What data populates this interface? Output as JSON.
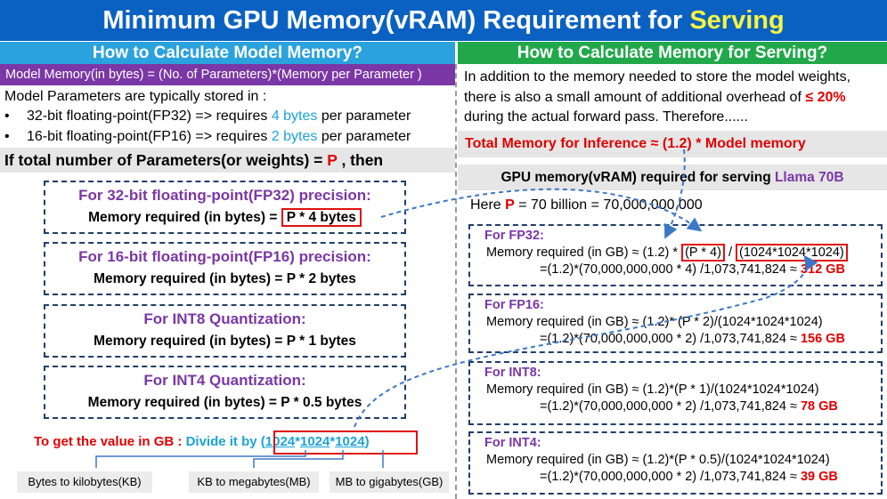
{
  "title": {
    "main": "Minimum GPU Memory(vRAM) Requirement for ",
    "accent": "Serving"
  },
  "left": {
    "header": "How to Calculate Model Memory?",
    "formula": "Model Memory(in bytes) = (No. of Parameters)*(Memory per Parameter )",
    "intro": "Model Parameters are typically stored in :",
    "bullets": [
      {
        "symbol": "•",
        "prefix": "32-bit floating-point(FP32) => requires ",
        "amount": "4 bytes",
        "suffix": " per parameter"
      },
      {
        "symbol": "•",
        "prefix": "16-bit floating-point(FP16) => requires ",
        "amount": "2 bytes",
        "suffix": " per parameter"
      }
    ],
    "if_line": {
      "prefix": "If total number of Parameters(or weights) = ",
      "var": "P",
      "suffix": " , then"
    },
    "boxes": [
      {
        "head": "For 32-bit floating-point(FP32) precision:",
        "label": "Memory required (in bytes) = ",
        "value": "P * 4 bytes"
      },
      {
        "head": "For 16-bit floating-point(FP16) precision:",
        "label": "Memory required (in bytes) = ",
        "value": "P * 2 bytes"
      },
      {
        "head": "For INT8 Quantization:",
        "label": "Memory required (in bytes) = ",
        "value": "P * 1 bytes"
      },
      {
        "head": "For INT4 Quantization:",
        "label": "Memory required (in bytes) = ",
        "value": "P * 0.5 bytes"
      }
    ],
    "gb_line": {
      "prefix": "To get the value in GB : ",
      "divide": "Divide it by ",
      "open": "(",
      "n1": "1024",
      "star1": "*",
      "n2": "1024",
      "star2": "*",
      "n3": "1024",
      "close": ")"
    },
    "units": [
      "Bytes to kilobytes(KB)",
      "KB to megabytes(MB)",
      "MB to gigabytes(GB)"
    ]
  },
  "right": {
    "header": "How to Calculate Memory for Serving?",
    "intro_a": "In addition to the memory needed to store the model weights, there is also a small amount of additional overhead of ",
    "overhead": "≤ 20%",
    "intro_b": " during the actual forward pass. Therefore......",
    "total": "Total Memory for Inference ≈ (1.2) * Model memory",
    "gpu_label": "GPU memory(vRAM) required for serving ",
    "model_name": "Llama 70B",
    "here": {
      "prefix": "Here ",
      "var": "P",
      "suffix": " = 70 billion = 70,000,000,000"
    },
    "examples": [
      {
        "head": "For FP32:",
        "l1_a": "Memory required (in GB) ≈ (1.2) * ",
        "l1_p": "(P * 4)",
        "l1_b": " / ",
        "l1_d": "(1024*1024*1024)",
        "l2": "=(1.2)*(70,000,000,000 * 4) /1,073,741,824 ≈ ",
        "result": "312 GB"
      },
      {
        "head": "For FP16:",
        "l1": "Memory required (in GB) ≈ (1.2)* (P * 2)/(1024*1024*1024)",
        "l2": "=(1.2)*(70,000,000,000 * 2) /1,073,741,824  ≈ ",
        "result": "156 GB"
      },
      {
        "head": "For INT8:",
        "l1": "Memory required (in GB) ≈ (1.2)*(P * 1)/(1024*1024*1024)",
        "l2": "=(1.2)*(70,000,000,000 * 2) /1,073,741,824  ≈ ",
        "result": "78 GB"
      },
      {
        "head": "For INT4:",
        "l1": "Memory required (in GB) ≈ (1.2)*(P * 0.5)/(1024*1024*1024)",
        "l2": "=(1.2)*(70,000,000,000 * 2) /1,073,741,824  ≈ ",
        "result": "39 GB"
      }
    ]
  },
  "colors": {
    "title_bg": "#0b61c2",
    "title_accent": "#f5f542",
    "left_header_bg": "#2aa2de",
    "right_header_bg": "#21a84a",
    "purple": "#7a37a5",
    "red": "#e10000",
    "cyan": "#1ba3d8",
    "connector": "#3c78c8"
  }
}
